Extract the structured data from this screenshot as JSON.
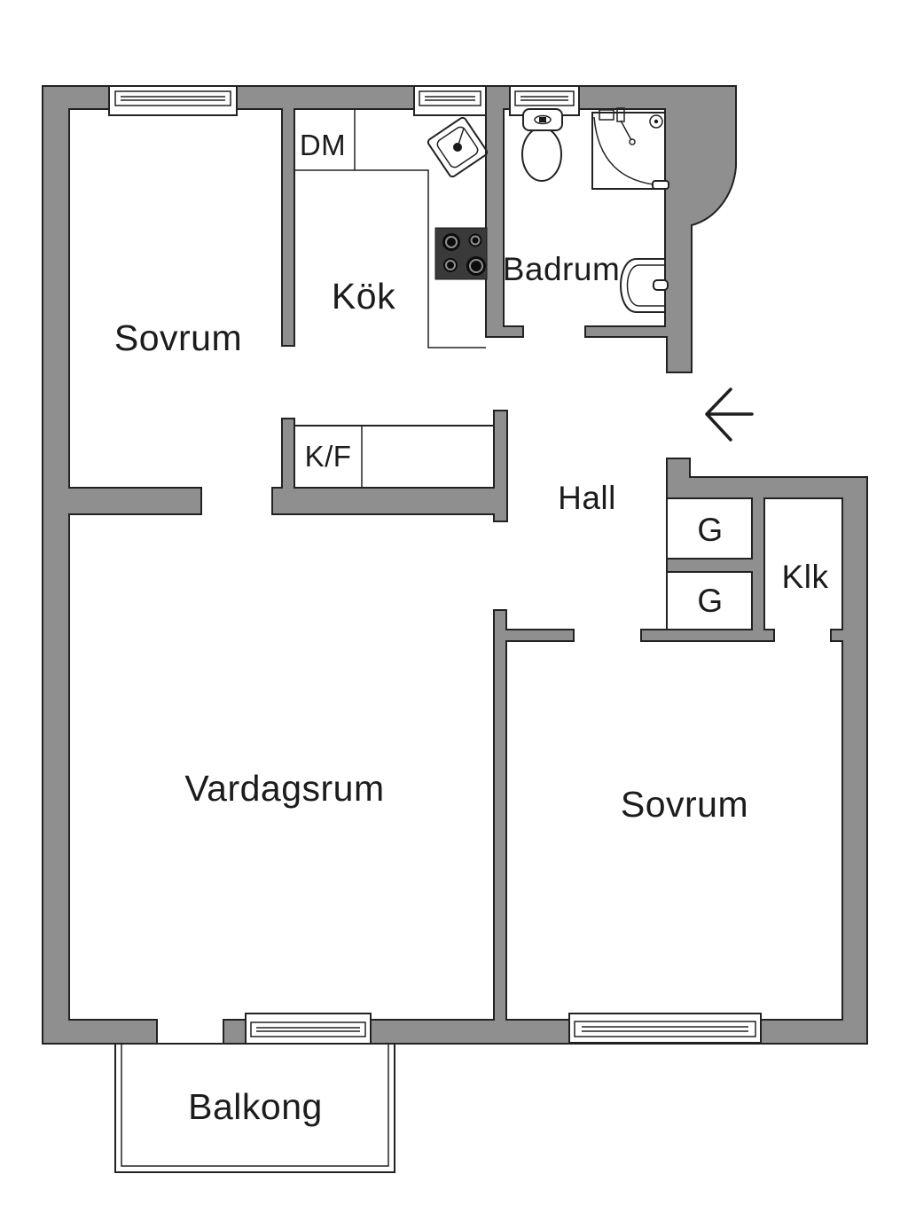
{
  "title": "Apartment floor plan",
  "colors": {
    "wall": "#8f8f8f",
    "line": "#222222",
    "bg": "#ffffff",
    "fixture": "#3a3a3a"
  },
  "rooms": {
    "sovrum1": {
      "label": "Sovrum"
    },
    "kok": {
      "label": "Kök"
    },
    "badrum": {
      "label": "Badrum"
    },
    "hall": {
      "label": "Hall"
    },
    "vardagsrum": {
      "label": "Vardagsrum"
    },
    "sovrum2": {
      "label": "Sovrum"
    },
    "klk": {
      "label": "Klk"
    },
    "balkong": {
      "label": "Balkong"
    }
  },
  "fixtures": {
    "dishwasher": {
      "label": "DM"
    },
    "fridge_freezer": {
      "label": "K/F"
    },
    "wardrobe1": {
      "label": "G"
    },
    "wardrobe2": {
      "label": "G"
    }
  }
}
